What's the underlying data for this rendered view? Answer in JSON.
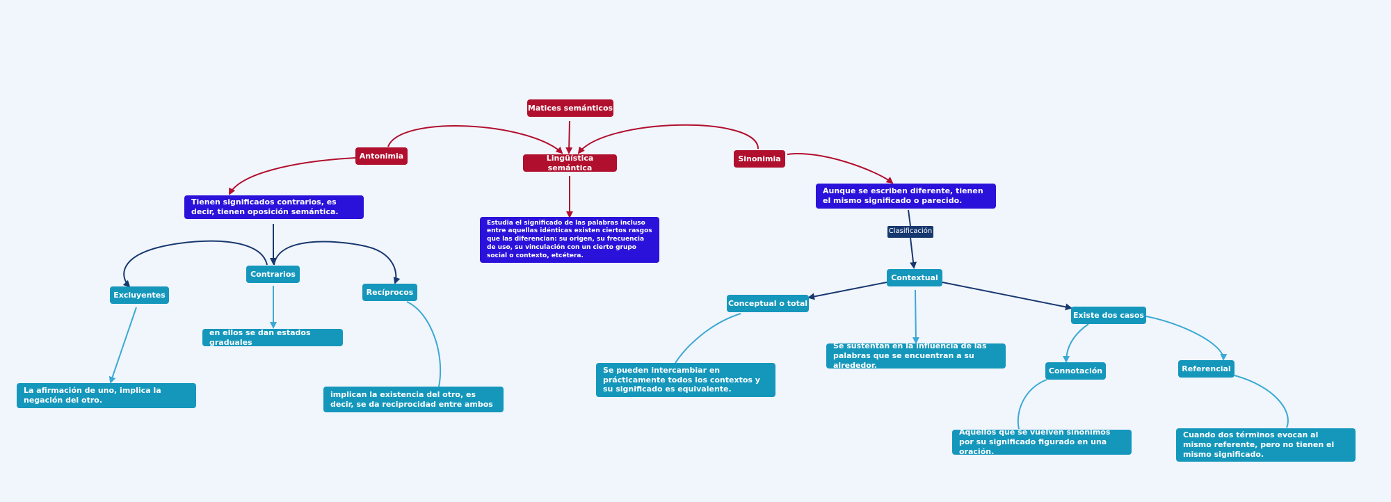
{
  "colors": {
    "background": "#f1f5fc",
    "red": "#b10f2e",
    "purple": "#2b12da",
    "teal": "#1597bc",
    "navy": "#17386e",
    "light_blue_line": "#3aa9d4"
  },
  "nodes": {
    "matices": "Matices semánticos",
    "linguistica": "Lingüística semántica",
    "linguistica_desc": "Estudia el significado de las palabras incluso entre aquellas idénticas existen ciertos rasgos que las diferencian: su origen, su frecuencia de uso, su vinculación con un cierto grupo social o contexto, etcétera.",
    "antonimia": "Antonimia",
    "antonimia_desc": "Tienen significados contrarios, es decir, tienen oposición semántica.",
    "excluyentes": "Excluyentes",
    "excluyentes_desc": "La afirmación de uno, implica la negación del otro.",
    "contrarios": "Contrarios",
    "contrarios_desc": "en ellos se dan estados graduales",
    "reciprocos": "Recíprocos",
    "reciprocos_desc": "implican la existencia del otro, es decir, se da reciprocidad entre ambos",
    "sinonimia": "Sinonimia",
    "sinonimia_desc": "Aunque se escriben diferente, tienen el mismo significado o parecido.",
    "clasificacion": "Clasificación",
    "contextual": "Contextual",
    "contextual_desc": "Se sustentan en la influencia de las palabras que se encuentran a su alrededor.",
    "conceptual": "Conceptual o total",
    "conceptual_desc": "Se pueden intercambiar en prácticamente todos los contextos y su significado es equivalente.",
    "existe": "Existe dos casos",
    "connotacion": "Connotación",
    "connotacion_desc": "Aquellos que se vuelven sinónimos por su significado figurado en una oración.",
    "referencial": "Referencial",
    "referencial_desc": "Cuando dos términos evocan al mismo referente, pero no tienen el mismo significado."
  }
}
